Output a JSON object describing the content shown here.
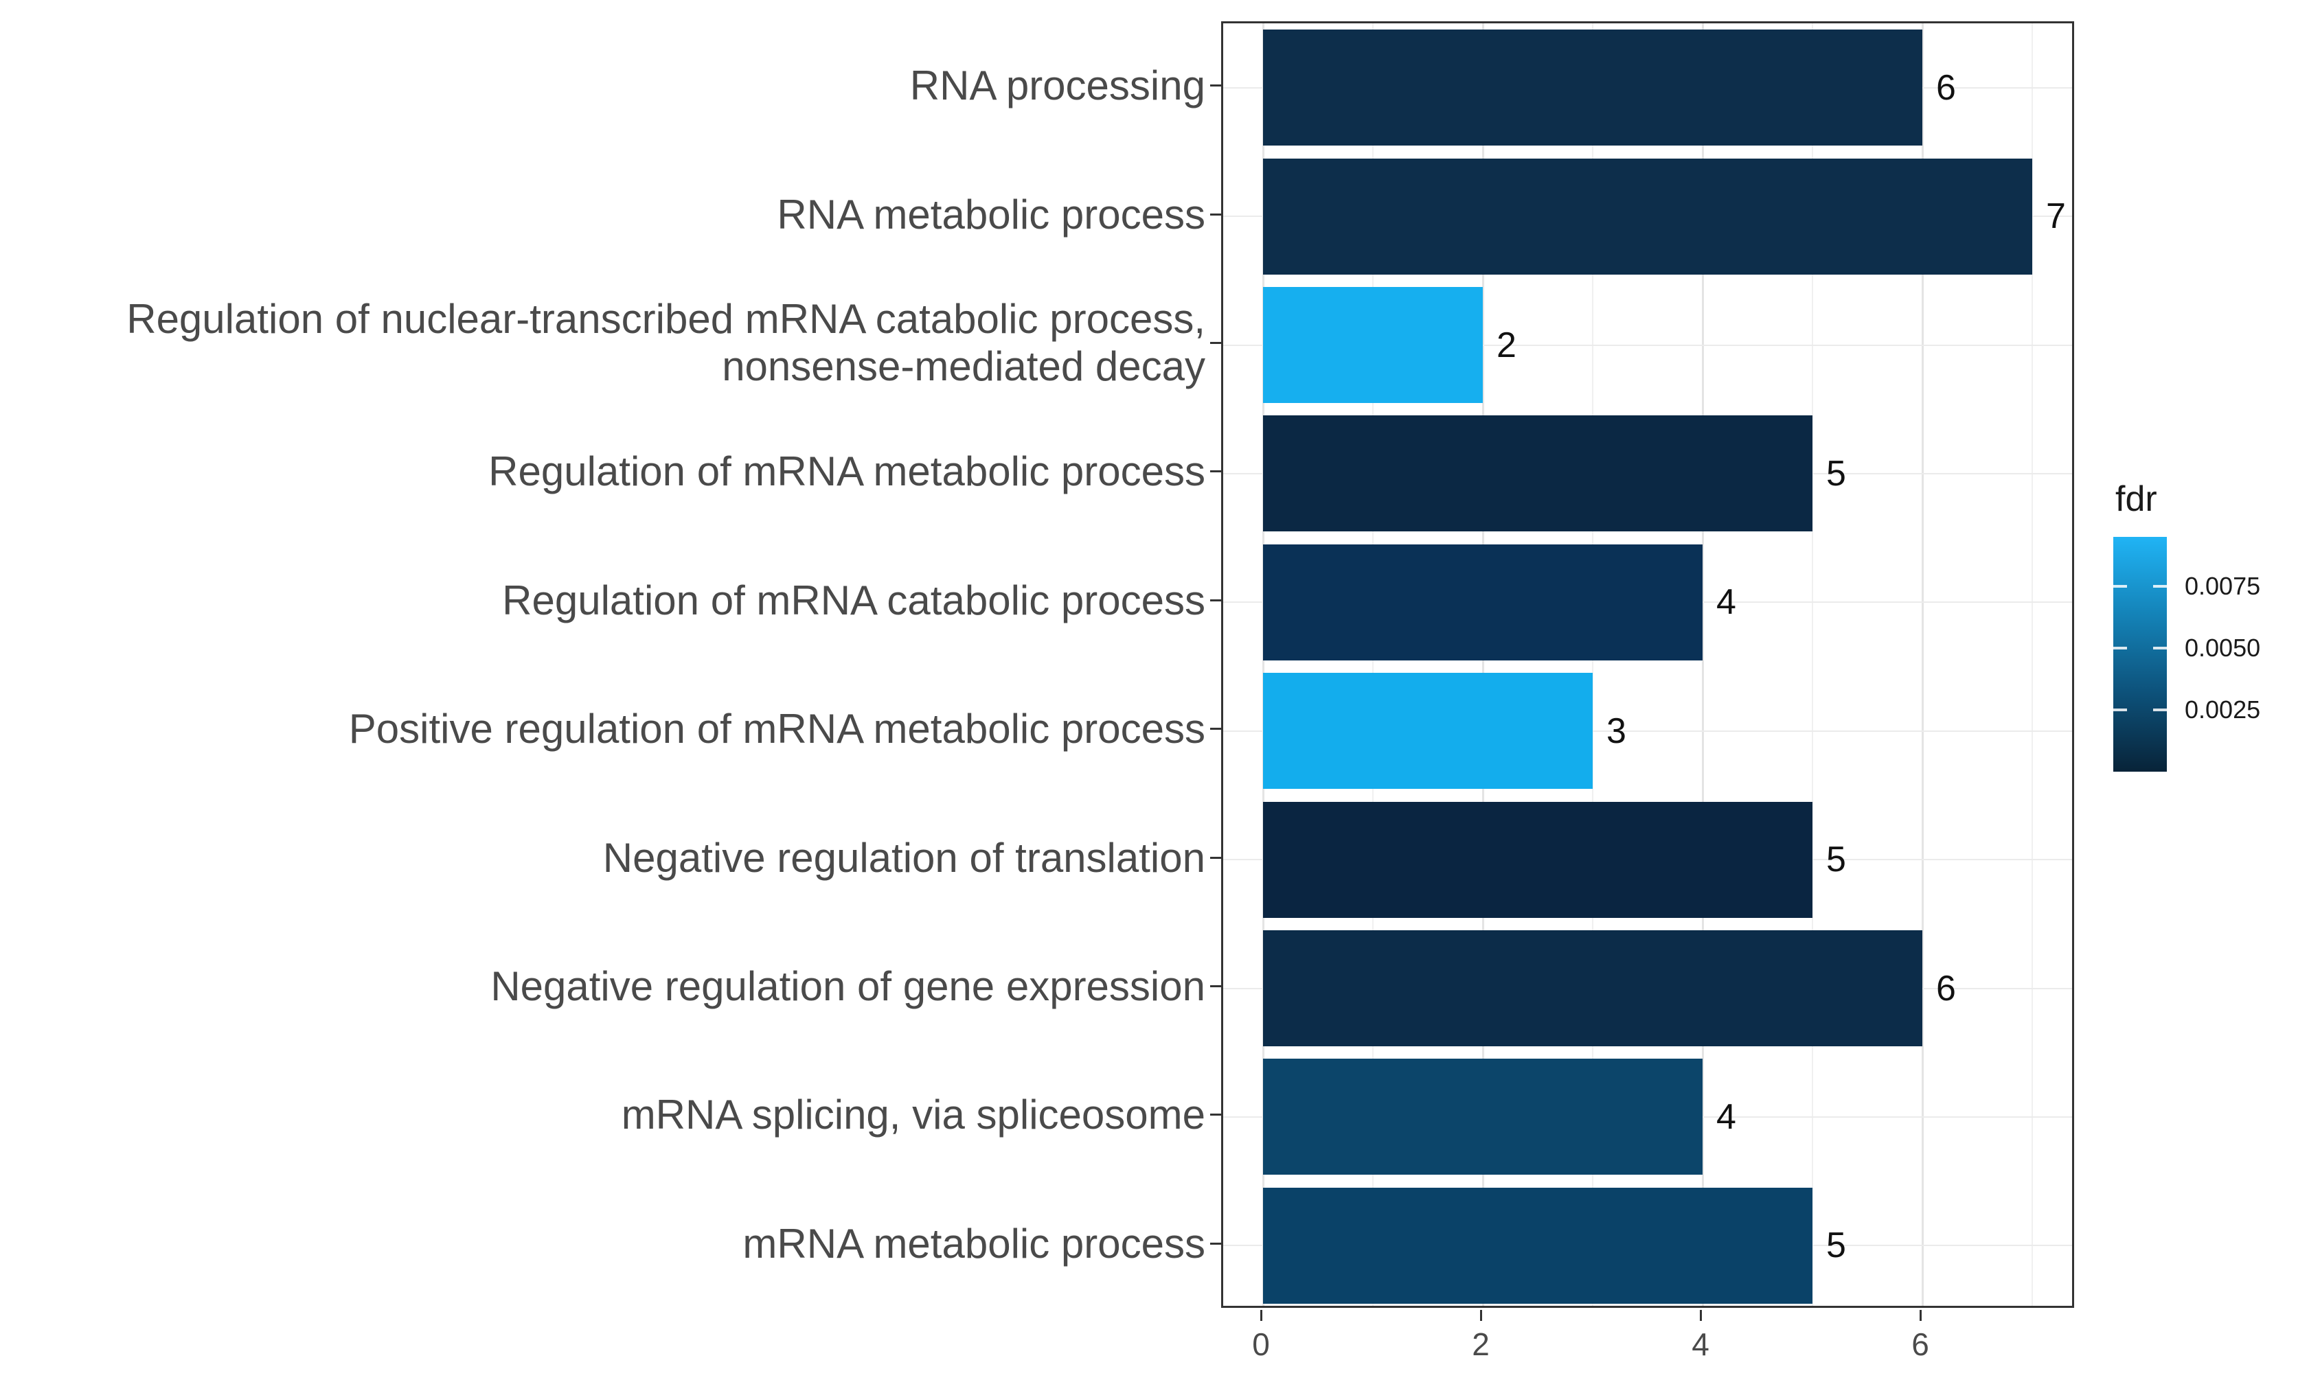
{
  "chart_data": {
    "type": "bar",
    "orientation": "horizontal",
    "title": "",
    "xlabel": "",
    "ylabel": "",
    "x_axis": {
      "tick_labels": [
        "0",
        "2",
        "4",
        "6"
      ],
      "tick_values": [
        0,
        2,
        4,
        6
      ],
      "minor_values": [
        1,
        3,
        5,
        7
      ],
      "xlim": [
        -0.36,
        7.4
      ]
    },
    "categories": [
      "RNA processing",
      "RNA metabolic process",
      "Regulation of nuclear-transcribed mRNA catabolic process,\nnonsense-mediated decay",
      "Regulation of mRNA metabolic process",
      "Regulation of mRNA catabolic process",
      "Positive regulation of mRNA metabolic process",
      "Negative regulation of translation",
      "Negative regulation of gene expression",
      "mRNA splicing, via spliceosome",
      "mRNA metabolic process"
    ],
    "values": [
      6,
      7,
      2,
      5,
      4,
      3,
      5,
      6,
      4,
      5
    ],
    "bar_value_labels": [
      "6",
      "7",
      "2",
      "5",
      "4",
      "3",
      "5",
      "6",
      "4",
      "5"
    ],
    "fdr_approx": [
      0.0012,
      0.0012,
      0.0088,
      0.0008,
      0.0018,
      0.0083,
      0.0007,
      0.0011,
      0.0037,
      0.0035
    ],
    "bar_colors": [
      "#0d2e4b",
      "#0d2e4b",
      "#16afef",
      "#0b2844",
      "#0a3156",
      "#13aded",
      "#0a2541",
      "#0c2c49",
      "#0c456a",
      "#0a4268"
    ],
    "grid": "major-and-minor",
    "legend": {
      "title": "fdr",
      "position": "right",
      "tick_labels": [
        "0.0075",
        "0.0050",
        "0.0025"
      ],
      "tick_values": [
        0.0075,
        0.005,
        0.0025
      ],
      "scale_min": 0,
      "scale_max": 0.0095,
      "gradient_top_color": "#20b4f5",
      "gradient_bottom_color": "#082338"
    }
  },
  "colors": {
    "background": "#ffffff",
    "panel_border": "#333333",
    "grid_major": "#e4e4e4",
    "grid_minor": "#f0f0f0",
    "axis_text": "#4a4a4a",
    "value_text": "#111111",
    "tick_mark": "#333333"
  }
}
